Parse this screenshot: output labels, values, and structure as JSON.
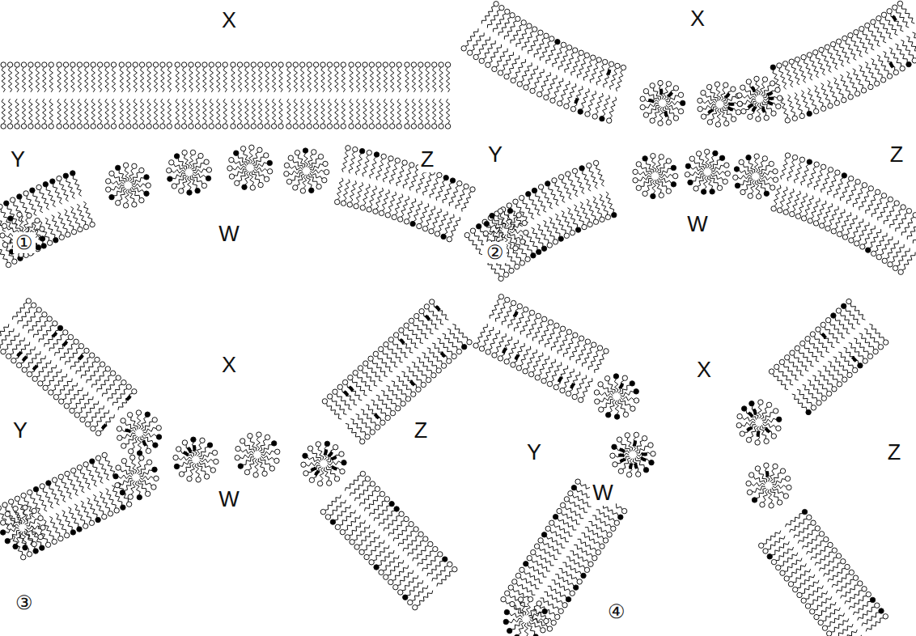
{
  "diagram": {
    "labels": [
      "X",
      "Y",
      "Z",
      "W",
      "①",
      "X",
      "Y",
      "Z",
      "W",
      "②",
      "X",
      "Y",
      "Z",
      "W",
      "③",
      "X",
      "Y",
      "Z",
      "W",
      "④"
    ]
  }
}
